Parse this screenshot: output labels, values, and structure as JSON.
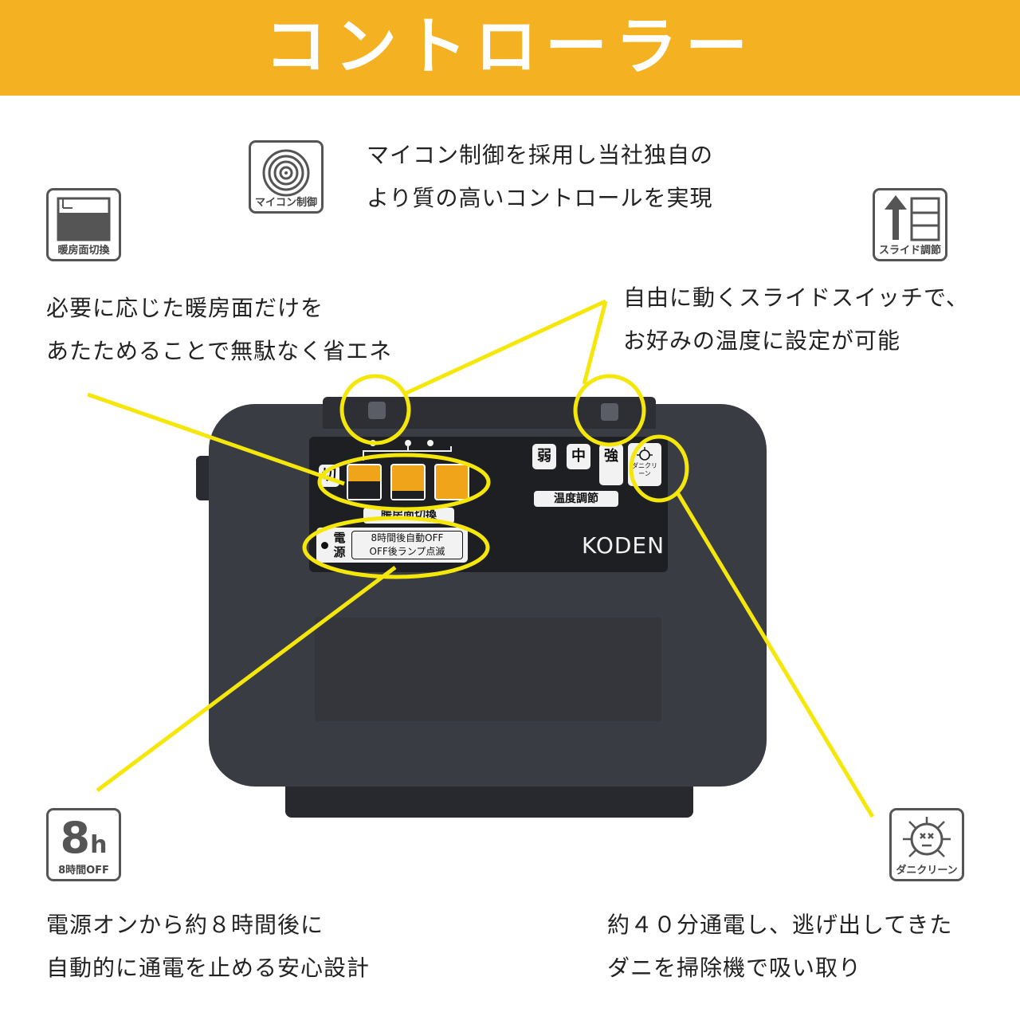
{
  "banner": {
    "title": "コントローラー",
    "color": "#f4b223"
  },
  "accent_color": "#f5e70a",
  "features": {
    "microcomputer": {
      "icon": "concentric-circles-icon",
      "caption": "マイコン制御",
      "lines": [
        "マイコン制御を採用し当社独自の",
        "より質の高いコントロールを実現"
      ]
    },
    "heating_surface": {
      "icon": "heating-surface-icon",
      "caption": "暖房面切換",
      "lines": [
        "必要に応じた暖房面だけを",
        "あたためることで無駄なく省エネ"
      ]
    },
    "slide_adjust": {
      "icon": "slide-arrow-icon",
      "caption": "スライド調節",
      "lines": [
        "自由に動くスライドスイッチで、",
        "お好みの温度に設定が可能"
      ]
    },
    "timer": {
      "icon": "8h-icon",
      "icon_big": "8",
      "icon_small": "h",
      "caption": "8時間OFF",
      "lines": [
        "電源オンから約８時間後に",
        "自動的に通電を止める安心設計"
      ]
    },
    "mite_clean": {
      "icon": "mite-icon",
      "caption": "ダニクリーン",
      "lines": [
        "約４０分通電し、逃げ出してきた",
        "ダニを掃除機で吸い取り"
      ]
    }
  },
  "controller": {
    "off_label": "切",
    "heating_label": "暖房面切換",
    "temp_buttons": [
      "弱",
      "中",
      "強"
    ],
    "temp_label": "温度調節",
    "mite_button": "ダニクリーン",
    "power_label": "電源",
    "power_note": [
      "8時間後自動OFF",
      "OFF後ランプ点滅"
    ],
    "brand": "KODEN",
    "key_color": "#f0a419"
  }
}
